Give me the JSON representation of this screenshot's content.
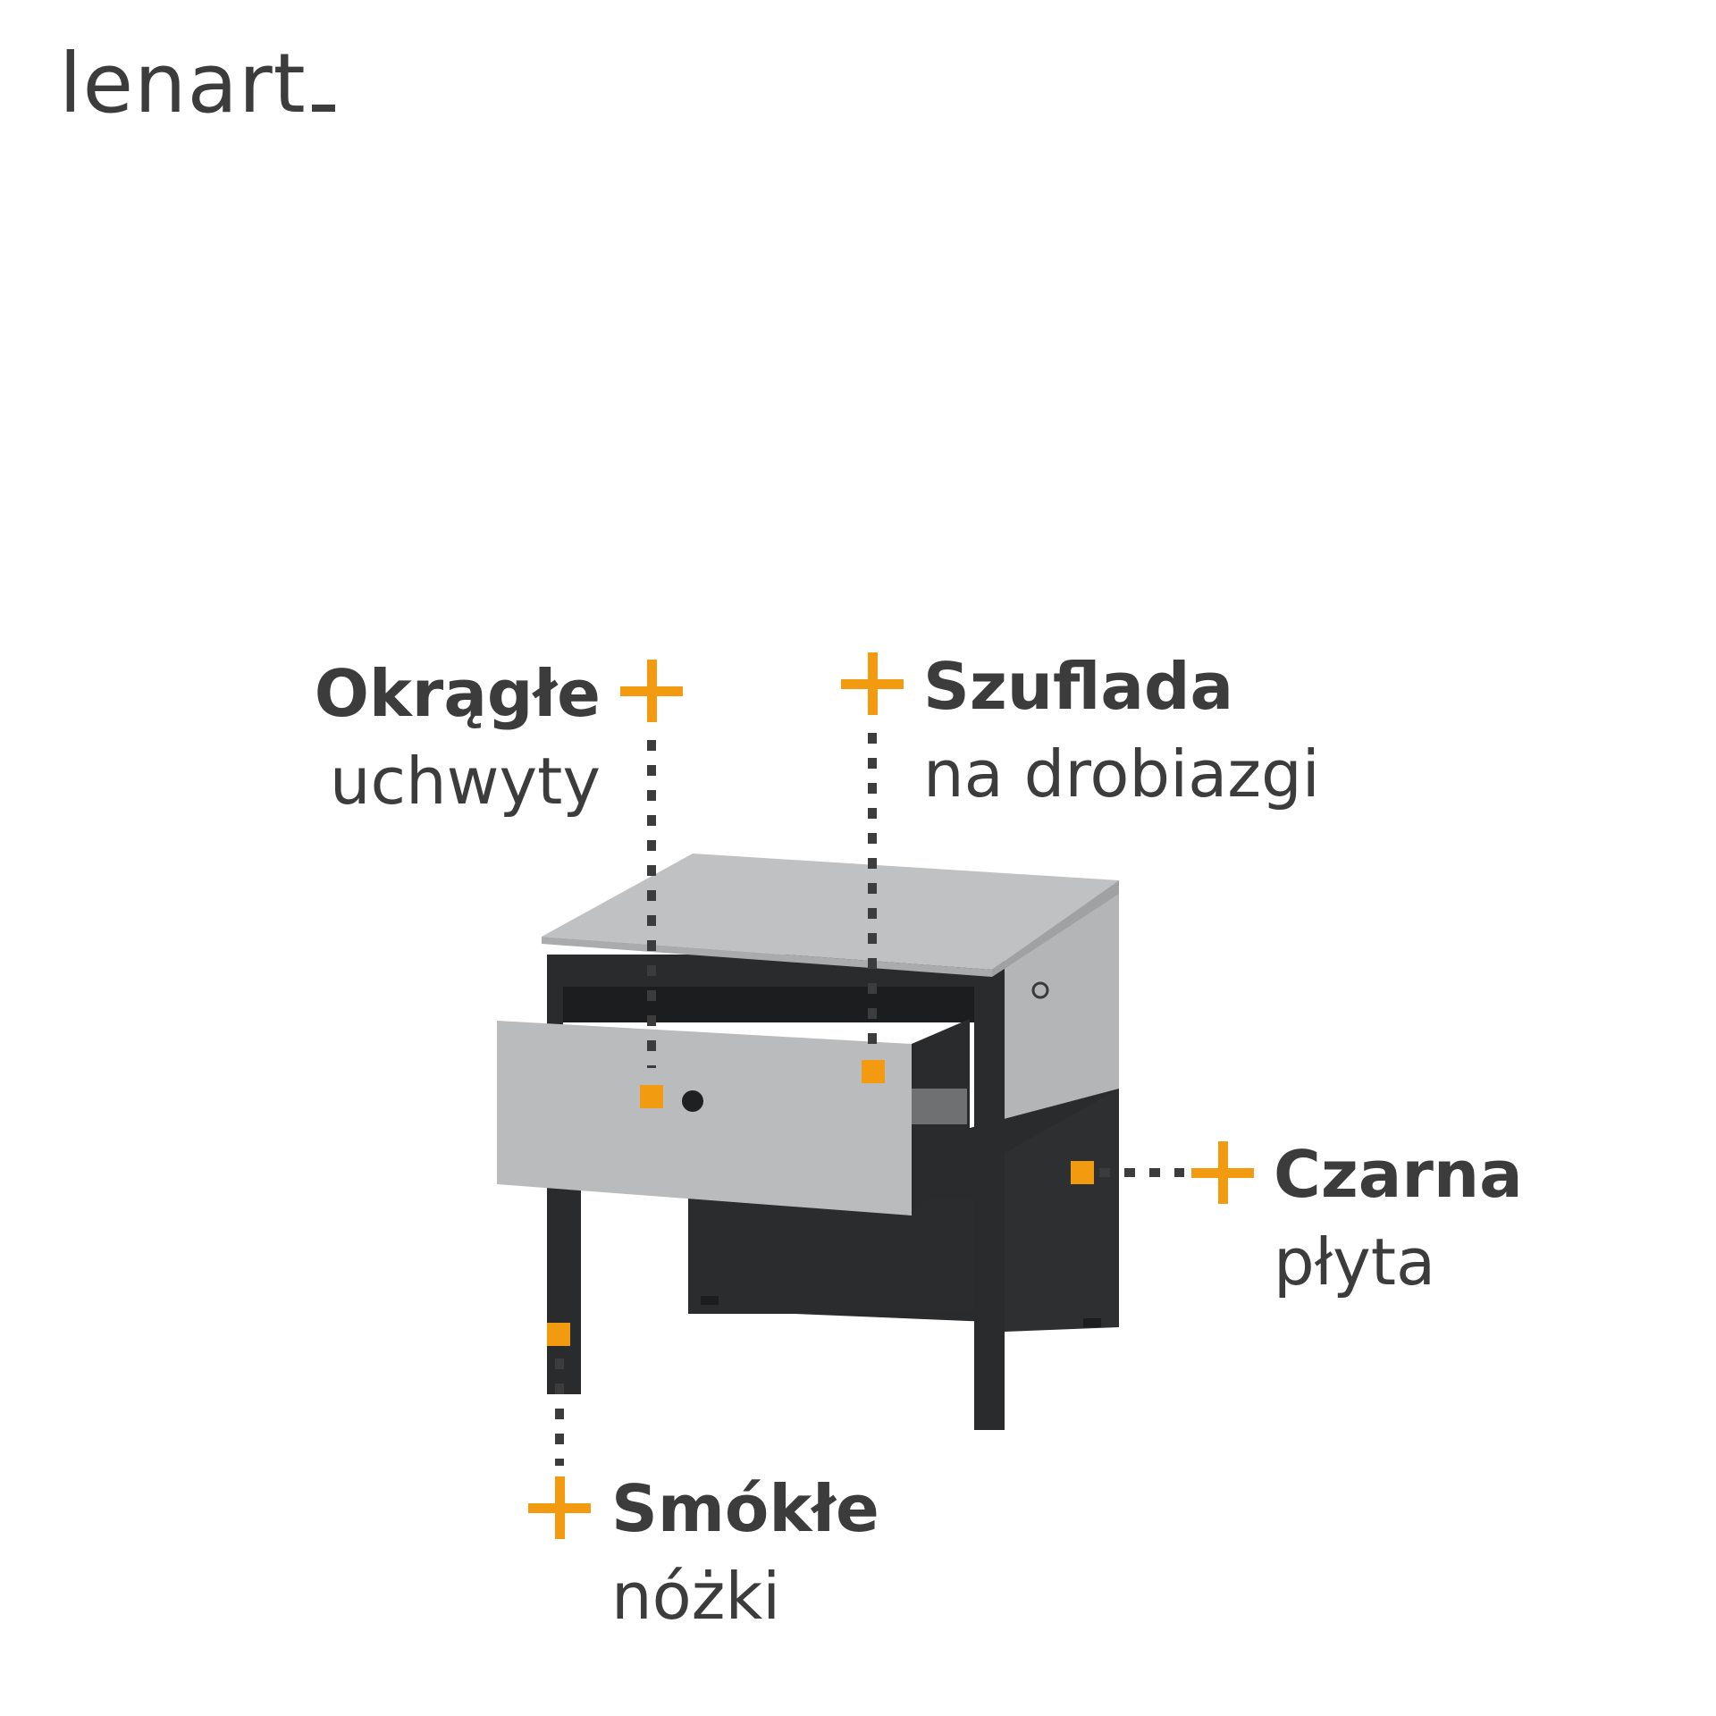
{
  "brand": {
    "logo_text": "lenart"
  },
  "callouts": {
    "handles": {
      "bold": "Okrągłe",
      "light": "uchwyty"
    },
    "drawer": {
      "bold": "Szuflada",
      "light": "na drobiazgi"
    },
    "board": {
      "bold": "Czarna",
      "light": "płyta"
    },
    "legs": {
      "bold": "Smókłe",
      "light": "nóżki"
    }
  },
  "colors": {
    "accent": "#f29a10",
    "text": "#3c3c3c",
    "furniture_light": "#b9bbbc",
    "furniture_dark": "#2a2b2d"
  },
  "icons": [
    "plus-icon",
    "marker-square"
  ]
}
